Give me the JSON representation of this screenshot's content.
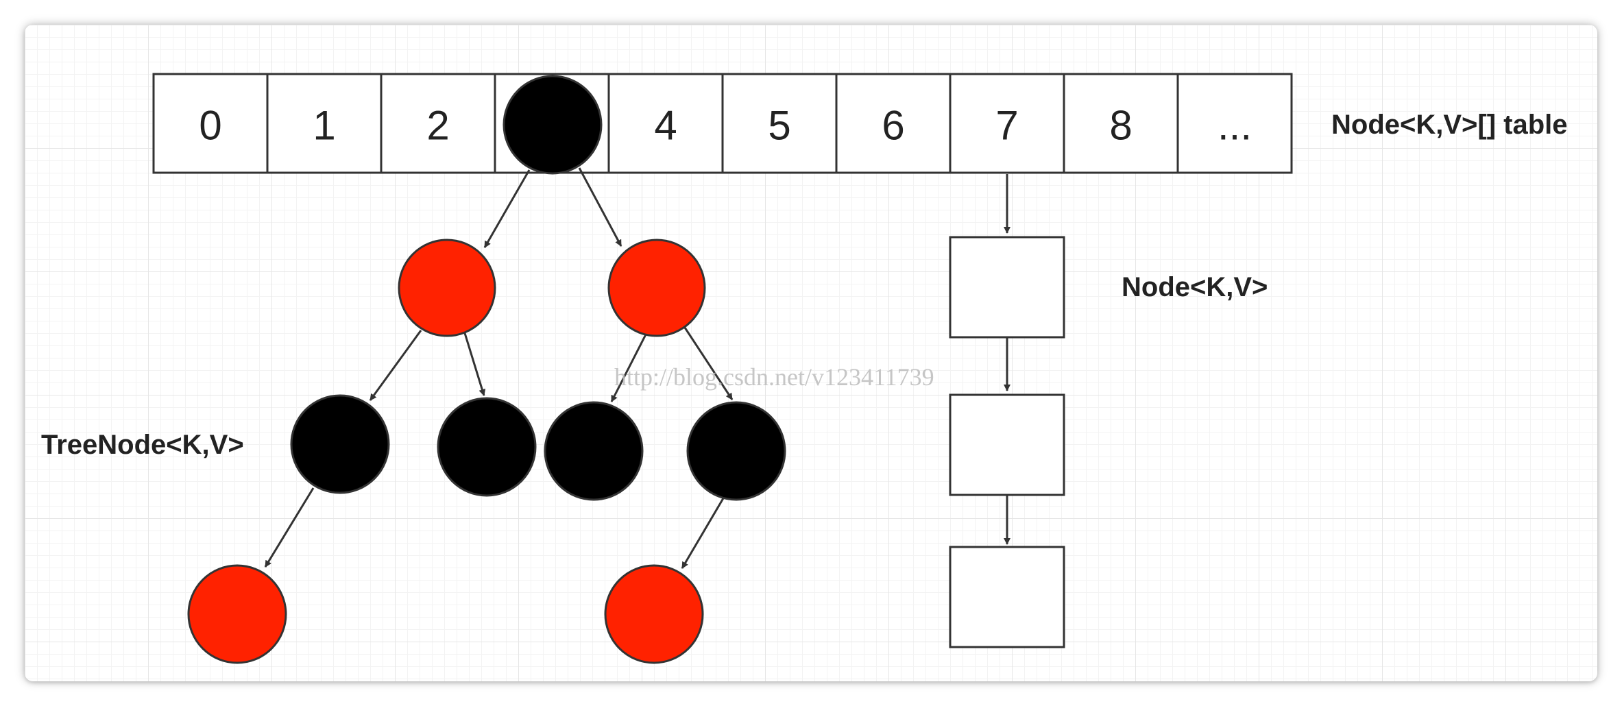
{
  "table": {
    "cells": [
      "0",
      "1",
      "2",
      "",
      "4",
      "5",
      "6",
      "7",
      "8",
      "..."
    ],
    "label": "Node<K,V>[] table"
  },
  "tree": {
    "label": "TreeNode<K,V>",
    "colors": {
      "red": "#ff2200",
      "black": "#000000"
    }
  },
  "list": {
    "label": "Node<K,V>"
  },
  "watermark": "http://blog.csdn.net/v123411739"
}
